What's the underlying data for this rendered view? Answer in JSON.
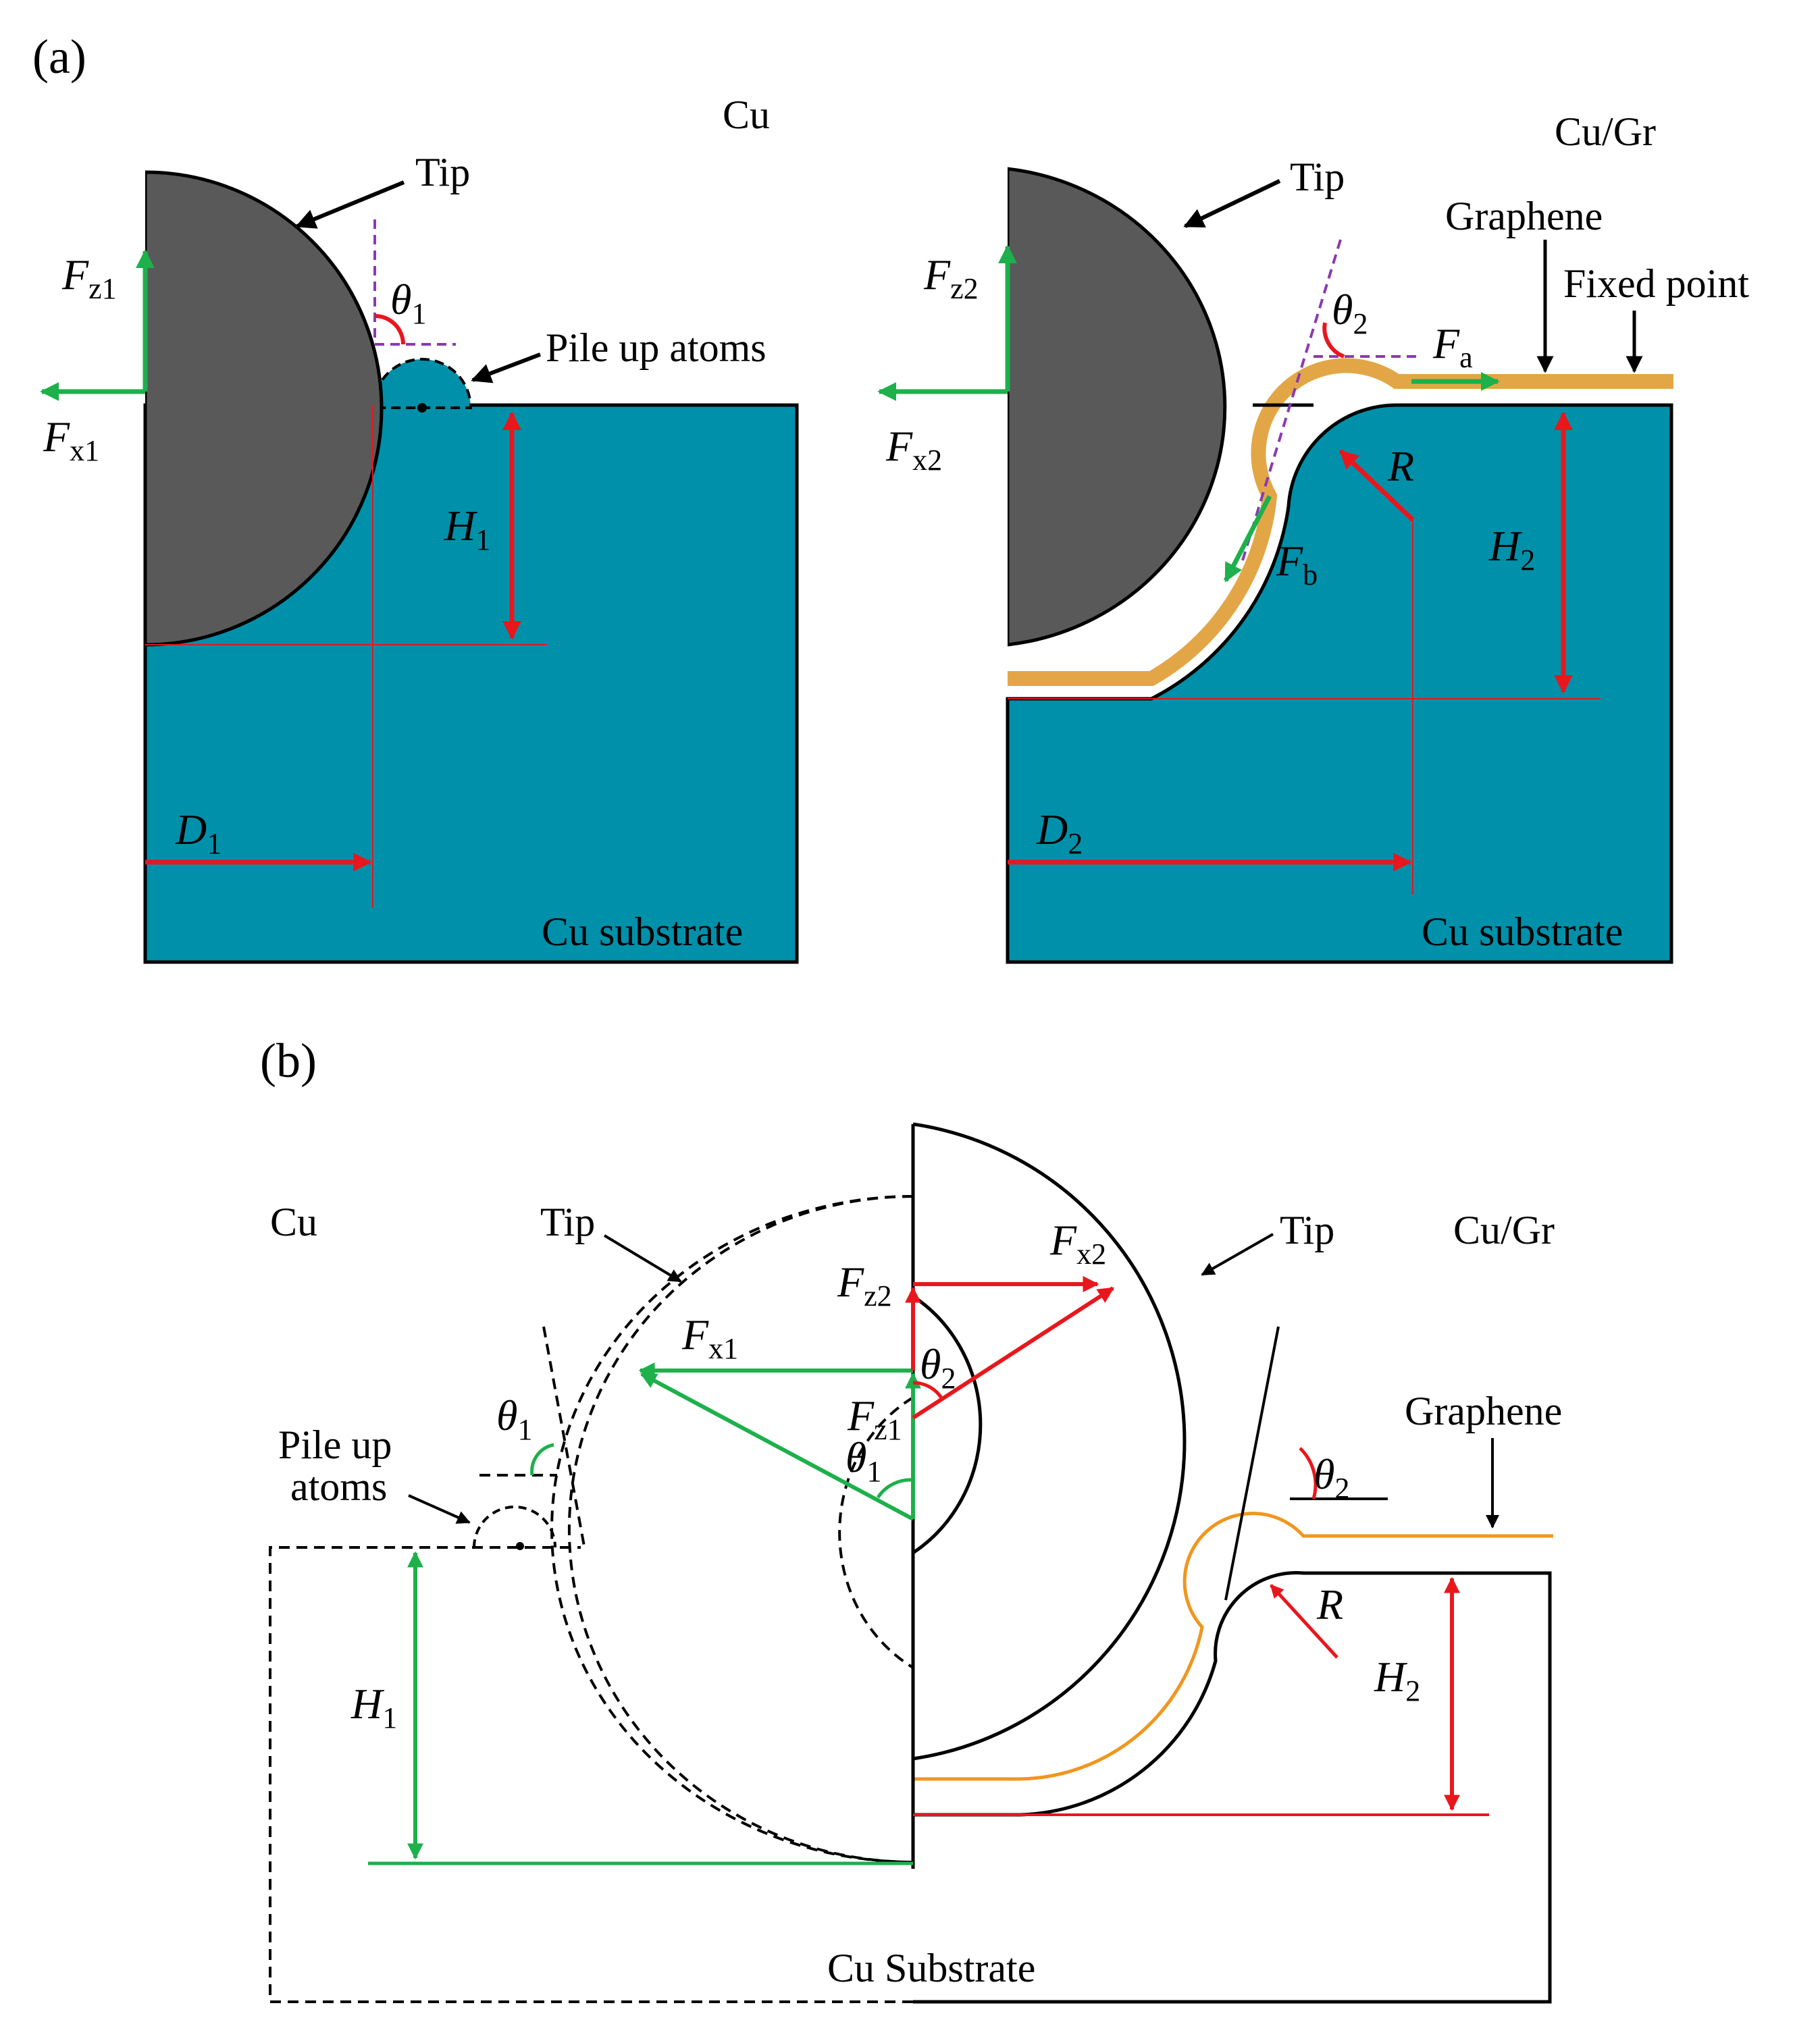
{
  "panel_a": {
    "label": "(a)",
    "left": {
      "title": "Cu",
      "tip": "Tip",
      "pile_up": "Pile up atoms",
      "substrate": "Cu substrate",
      "fz": {
        "main": "F",
        "sub": "z1"
      },
      "fx": {
        "main": "F",
        "sub": "x1"
      },
      "theta": {
        "main": "θ",
        "sub": "1"
      },
      "height": {
        "main": "H",
        "sub": "1"
      },
      "dist": {
        "main": "D",
        "sub": "1"
      }
    },
    "right": {
      "title": "Cu/Gr",
      "tip": "Tip",
      "graphene": "Graphene",
      "fixed": "Fixed point",
      "substrate": "Cu substrate",
      "fz": {
        "main": "F",
        "sub": "z2"
      },
      "fx": {
        "main": "F",
        "sub": "x2"
      },
      "theta": {
        "main": "θ",
        "sub": "2"
      },
      "fa": {
        "main": "F",
        "sub": "a"
      },
      "fb": {
        "main": "F",
        "sub": "b"
      },
      "radius": "R",
      "height": {
        "main": "H",
        "sub": "2"
      },
      "dist": {
        "main": "D",
        "sub": "2"
      }
    }
  },
  "panel_b": {
    "label": "(b)",
    "cu": "Cu",
    "cugr": "Cu/Gr",
    "tip_left": "Tip",
    "tip_right": "Tip",
    "pile_up_line1": "Pile up",
    "pile_up_line2": "atoms",
    "graphene": "Graphene",
    "substrate": "Cu Substrate",
    "fx1": {
      "main": "F",
      "sub": "x1"
    },
    "fz1": {
      "main": "F",
      "sub": "z1"
    },
    "fx2": {
      "main": "F",
      "sub": "x2"
    },
    "fz2": {
      "main": "F",
      "sub": "z2"
    },
    "theta1_vec": {
      "main": "θ",
      "sub": "1"
    },
    "theta2_vec": {
      "main": "θ",
      "sub": "2"
    },
    "theta1_pile": {
      "main": "θ",
      "sub": "1"
    },
    "theta2_wall": {
      "main": "θ",
      "sub": "2"
    },
    "radius": "R",
    "h1": {
      "main": "H",
      "sub": "1"
    },
    "h2": {
      "main": "H",
      "sub": "2"
    }
  },
  "colors": {
    "substrate": "#0090AA",
    "tip": "#595959",
    "graphene": "#E3A646",
    "graphene_line": "#F0961E",
    "force_green": "#1DB04B",
    "dimension_red": "#E8171D",
    "guide_purple": "#8A3AB0"
  }
}
